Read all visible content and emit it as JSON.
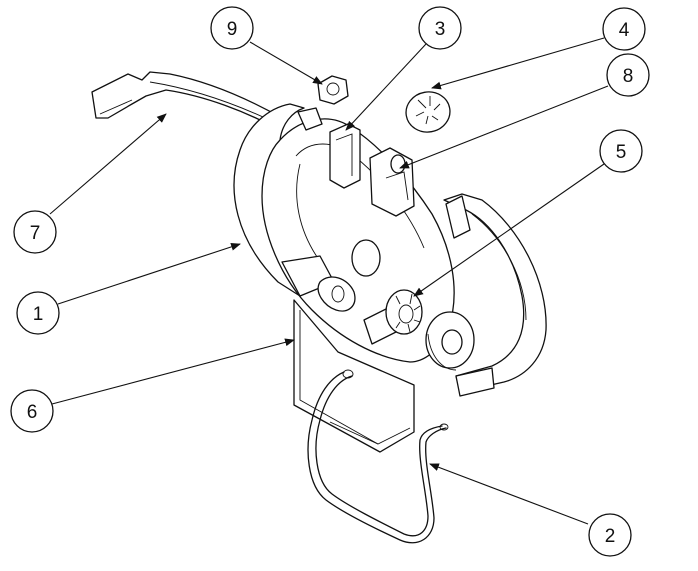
{
  "callouts": [
    {
      "id": "c1",
      "label": "1"
    },
    {
      "id": "c2",
      "label": "2"
    },
    {
      "id": "c3",
      "label": "3"
    },
    {
      "id": "c4",
      "label": "4"
    },
    {
      "id": "c5",
      "label": "5"
    },
    {
      "id": "c6",
      "label": "6"
    },
    {
      "id": "c7",
      "label": "7"
    },
    {
      "id": "c8",
      "label": "8"
    },
    {
      "id": "c9",
      "label": "9"
    }
  ],
  "colors": {
    "line": "#111111",
    "background": "#ffffff"
  }
}
